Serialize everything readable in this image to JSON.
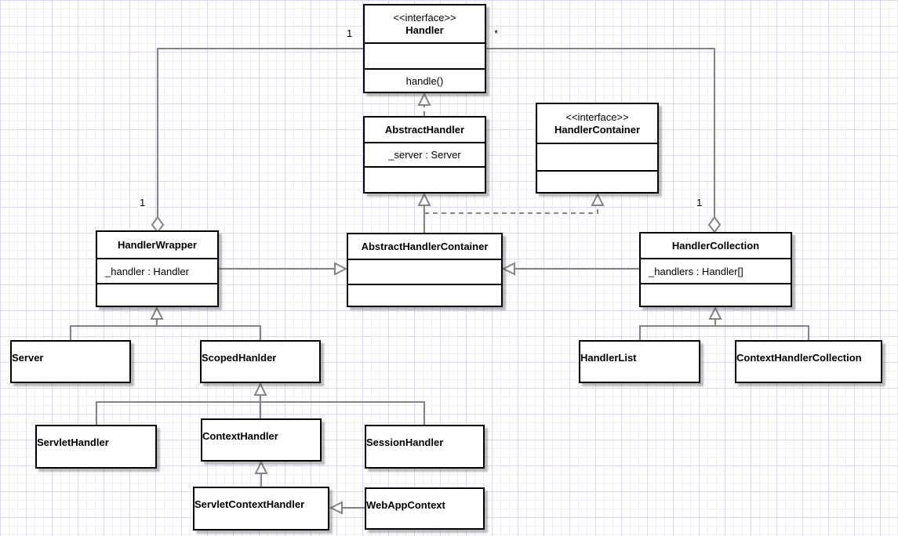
{
  "classes": {
    "handler": {
      "stereotype": "<<interface>>",
      "name": "Handler",
      "methods": "handle()"
    },
    "abstract_handler": {
      "name": "AbstractHandler",
      "attributes": "_server : Server"
    },
    "handler_container": {
      "stereotype": "<<interface>>",
      "name": "HandlerContainer"
    },
    "handler_wrapper": {
      "name": "HandlerWrapper",
      "attributes": "_handler : Handler"
    },
    "abstract_handler_container": {
      "name": "AbstractHandlerContainer"
    },
    "handler_collection": {
      "name": "HandlerCollection",
      "attributes": "_handlers : Handler[]"
    },
    "server": {
      "name": "Server"
    },
    "scoped_hanlder": {
      "name": "ScopedHanlder"
    },
    "handler_list": {
      "name": "HandlerList"
    },
    "context_handler_collection": {
      "name": "ContextHandlerCollection"
    },
    "servlet_handler": {
      "name": "ServletHandler"
    },
    "context_handler": {
      "name": "ContextHandler"
    },
    "session_handler": {
      "name": "SessionHandler"
    },
    "servlet_context_handler": {
      "name": "ServletContextHandler"
    },
    "web_app_context": {
      "name": "WebAppContext"
    }
  },
  "multiplicities": {
    "handler_wrapper_far_end": "1",
    "handler_collection_far_end": "*",
    "wrapper_diamond_end": "1",
    "collection_diamond_end": "1"
  },
  "colors": {
    "edge": "#848484",
    "box_border": "#000000",
    "grid_minor": "#efedfb",
    "grid_major": "#dcd8f2"
  }
}
